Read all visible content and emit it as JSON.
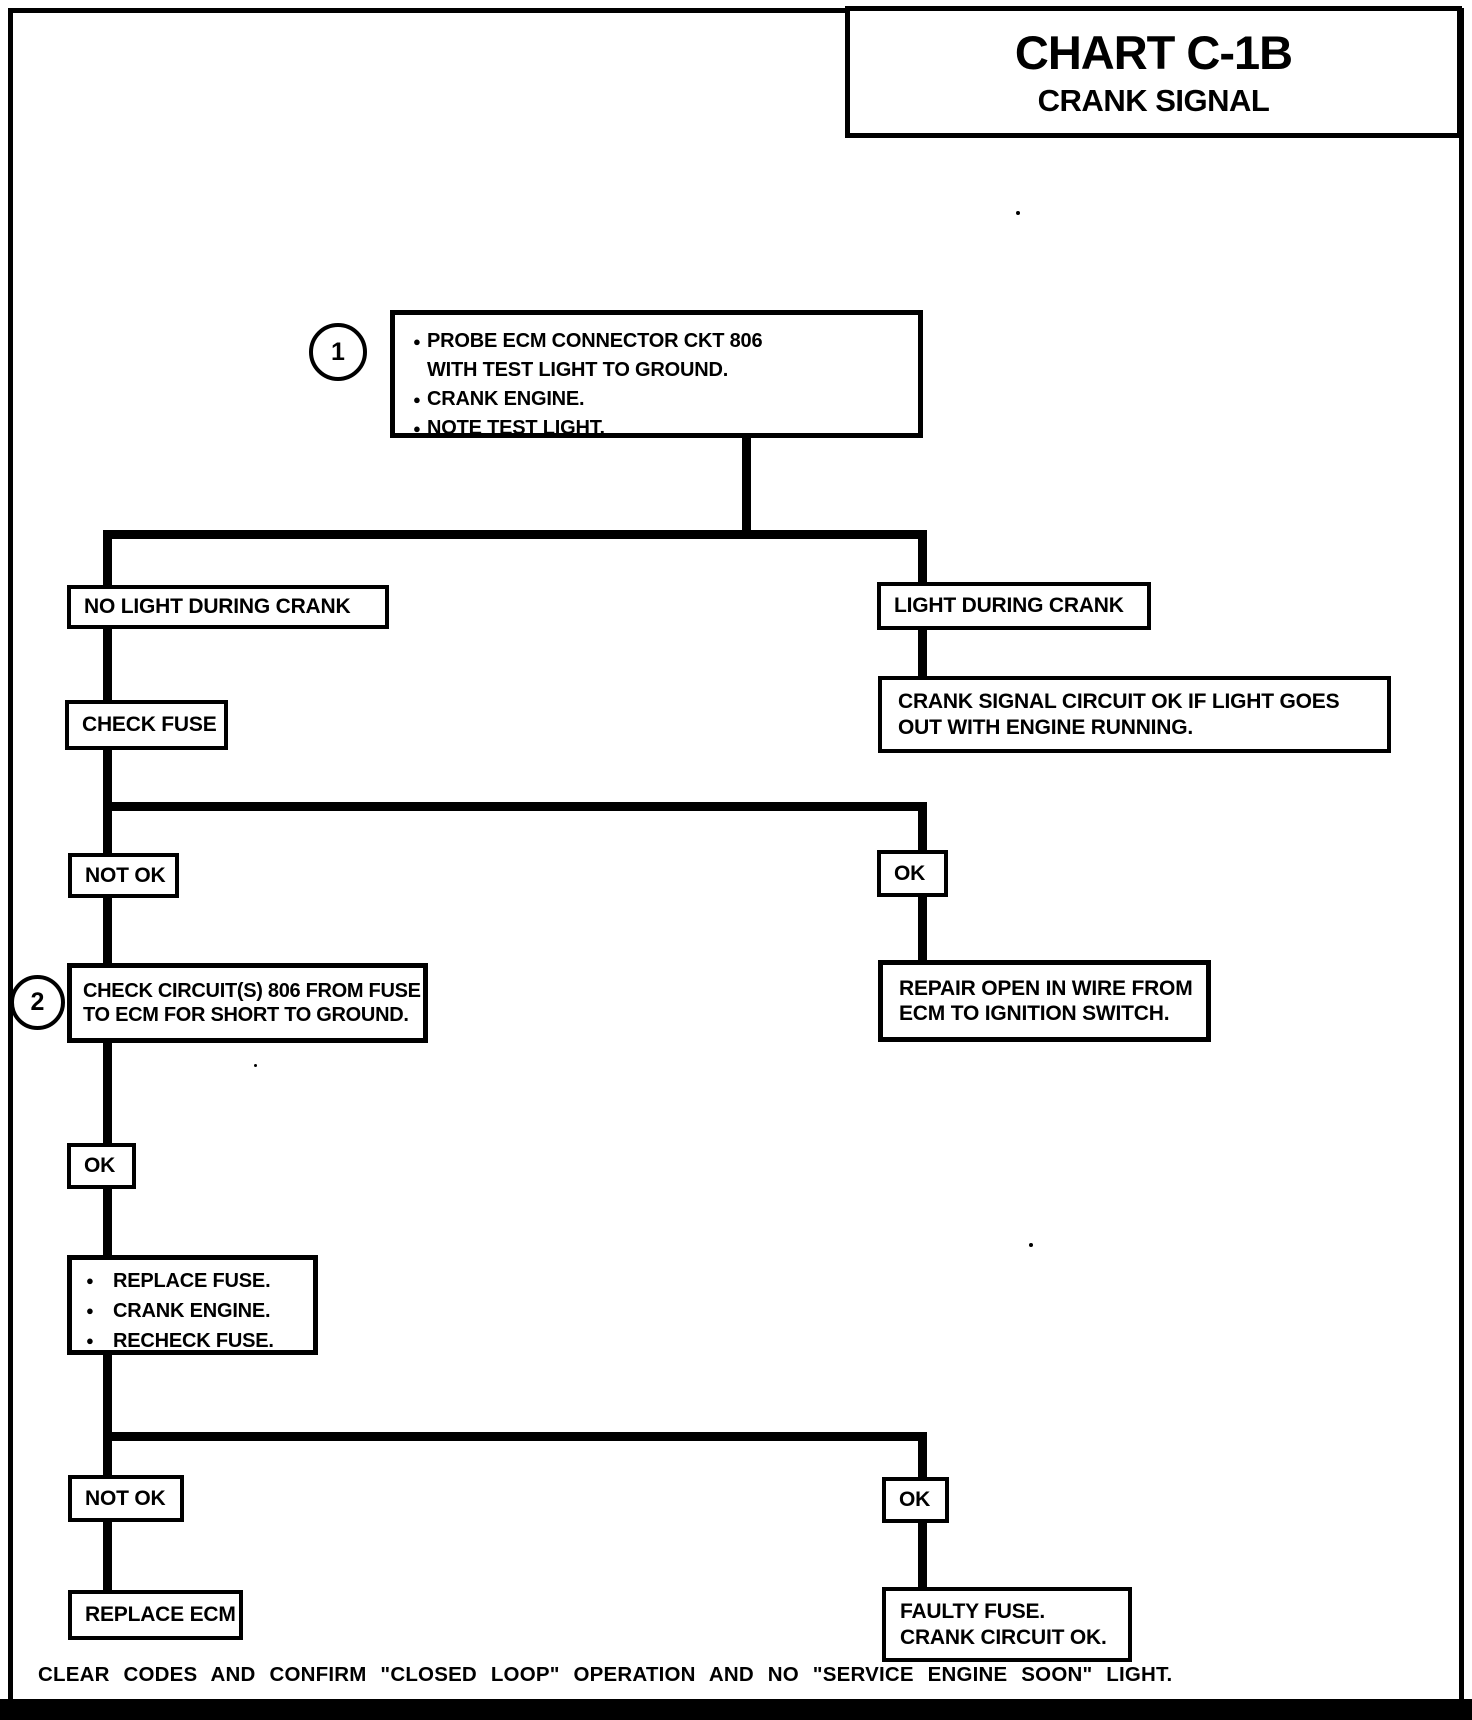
{
  "title": {
    "chart": "CHART C-1B",
    "subtitle": "CRANK SIGNAL"
  },
  "glyphs": {
    "bullet": "●"
  },
  "steps": {
    "step1": {
      "number": "1",
      "bullets": [
        "PROBE ECM CONNECTOR CKT 806 WITH TEST LIGHT TO GROUND.",
        "CRANK ENGINE.",
        "NOTE TEST LIGHT."
      ]
    },
    "step2": {
      "number": "2"
    }
  },
  "nodes": {
    "no_light": {
      "label": "NO LIGHT DURING CRANK"
    },
    "light": {
      "label": "LIGHT DURING CRANK"
    },
    "check_fuse": {
      "label": "CHECK FUSE"
    },
    "crank_signal_ok": {
      "lines": [
        "CRANK SIGNAL CIRCUIT OK IF LIGHT GOES",
        "OUT WITH ENGINE RUNNING."
      ]
    },
    "not_ok_1": {
      "label": "NOT OK"
    },
    "ok_1": {
      "label": "OK"
    },
    "check_circuit": {
      "lines": [
        "CHECK CIRCUIT(S) 806 FROM FUSE",
        "TO ECM FOR SHORT TO GROUND."
      ]
    },
    "repair_open": {
      "lines": [
        "REPAIR OPEN IN WIRE FROM",
        "ECM TO IGNITION SWITCH."
      ]
    },
    "ok_2": {
      "label": "OK"
    },
    "replace_recheck": {
      "bullets": [
        "REPLACE FUSE.",
        "CRANK ENGINE.",
        "RECHECK FUSE."
      ]
    },
    "not_ok_2": {
      "label": "NOT OK"
    },
    "ok_3": {
      "label": "OK"
    },
    "replace_ecm": {
      "label": "REPLACE ECM"
    },
    "faulty_fuse": {
      "lines": [
        "FAULTY FUSE.",
        "CRANK CIRCUIT OK."
      ]
    }
  },
  "footer": {
    "note": "CLEAR CODES AND CONFIRM \"CLOSED LOOP\" OPERATION AND NO \"SERVICE ENGINE SOON\" LIGHT."
  },
  "colors": {
    "ink": "#000000",
    "paper": "#ffffff"
  }
}
